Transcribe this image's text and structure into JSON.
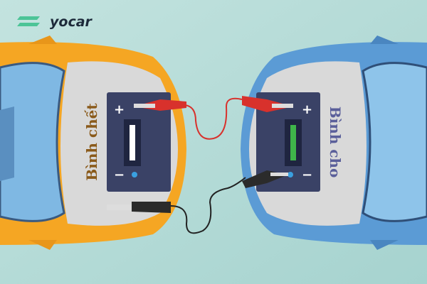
{
  "brand": {
    "name": "yocar",
    "color": "#4cc497"
  },
  "labels": {
    "dead_battery": "Bình chết",
    "donor_battery": "Bình cho"
  },
  "battery_terminals": {
    "plus": "+",
    "minus": "−"
  },
  "colors": {
    "background": "#b6dcd8",
    "left_car": "#f5a623",
    "right_car": "#5b9bd5",
    "hood": "#d9d9d9",
    "battery": "#3a4266",
    "positive_clamp": "#d8312c",
    "negative_clamp": "#2b2b2b",
    "dead_label": "#8a5a1a",
    "donor_label": "#5a5f9a"
  }
}
